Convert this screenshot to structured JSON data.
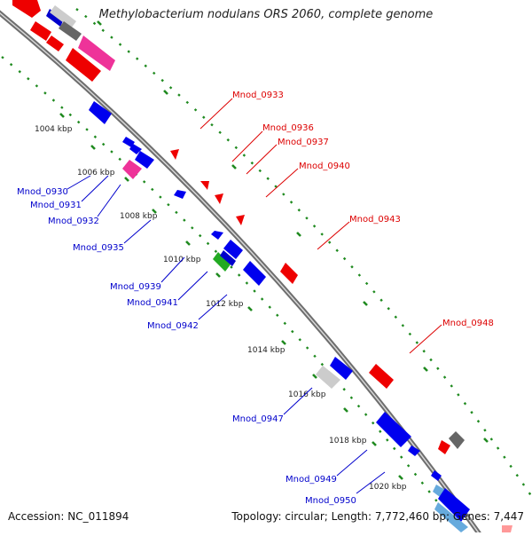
{
  "title": "Methylobacterium nodulans ORS 2060, complete genome",
  "footer": {
    "accession": "Accession: NC_011894",
    "summary": "Topology: circular; Length: 7,772,460 bp; Genes: 7,447"
  },
  "colors": {
    "backbone": "#8c8c8c",
    "dotted_track": "#1f8a1f",
    "label_red": "#dd0000",
    "label_blue": "#0000cc",
    "gene_red": "#ee0000",
    "gene_blue": "#0000ee",
    "gene_pink": "#ee3399",
    "gene_gray": "#666666",
    "gene_lightgray": "#bbbbbb",
    "gene_green": "#22aa22",
    "gene_lightblue": "#66aadd"
  },
  "kbp_labels": [
    "1004 kbp",
    "1006 kbp",
    "1008 kbp",
    "1010 kbp",
    "1012 kbp",
    "1014 kbp",
    "1016 kbp",
    "1018 kbp",
    "1020 kbp"
  ],
  "red_labels": [
    "Mnod_0933",
    "Mnod_0936",
    "Mnod_0937",
    "Mnod_0940",
    "Mnod_0943",
    "Mnod_0948"
  ],
  "blue_labels": [
    "Mnod_0930",
    "Mnod_0931",
    "Mnod_0932",
    "Mnod_0935",
    "Mnod_0939",
    "Mnod_0941",
    "Mnod_0942",
    "Mnod_0947",
    "Mnod_0949",
    "Mnod_0950"
  ]
}
